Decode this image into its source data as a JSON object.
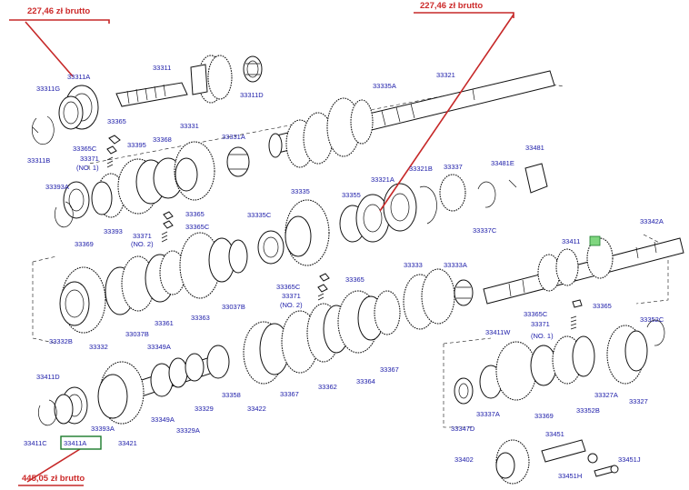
{
  "prices": {
    "top_left": "227,46 zł brutto",
    "top_right": "227,46 zł brutto",
    "bottom_left": "445,05 zł brutto"
  },
  "labels": {
    "p33311A": "33311A",
    "p33311": "33311",
    "p33311G": "33311G",
    "p33311B": "33311B",
    "p33311D": "33311D",
    "p33365_a": "33365",
    "p33365C_a": "33365C",
    "p33371_a": "33371",
    "p_no1_a": "(NO. 1)",
    "p33395": "33395",
    "p33368": "33368",
    "p33331": "33331",
    "p33331A": "33331A",
    "p33335A": "33335A",
    "p33321": "33321",
    "p33393A_a": "33393A",
    "p33393": "33393",
    "p33369_a": "33369",
    "p33365_b": "33365",
    "p33365C_b": "33365C",
    "p33371_b": "33371",
    "p_no2_a": "(NO. 2)",
    "p33335": "33335",
    "p33335C": "33335C",
    "p33355": "33355",
    "p33321A": "33321A",
    "p33321B": "33321B",
    "p33337": "33337",
    "p33481E": "33481E",
    "p33481": "33481",
    "p33337C": "33337C",
    "p33342A": "33342A",
    "p33411": "33411",
    "p33333": "33333",
    "p33333A": "33333A",
    "p33365_c": "33365",
    "p33365C_c": "33365C",
    "p33371_c": "33371",
    "p_no2_b": "(NO. 2)",
    "p33037B_a": "33037B",
    "p33363": "33363",
    "p33361": "33361",
    "p33037B_b": "33037B",
    "p33332B": "33332B",
    "p33332": "33332",
    "p33365_d": "33365",
    "p33365C_d": "33365C",
    "p33371_d": "33371",
    "p_no1_b": "(NO. 1)",
    "p33352C": "33352C",
    "p33411W": "33411W",
    "p33349A_a": "33349A",
    "p33349A_b": "33349A",
    "p33329": "33329",
    "p33329A": "33329A",
    "p33358": "33358",
    "p33422": "33422",
    "p33367_a": "33367",
    "p33362": "33362",
    "p33364": "33364",
    "p33367_b": "33367",
    "p33411D": "33411D",
    "p33411C": "33411C",
    "p33411A": "33411A",
    "p33393A_b": "33393A",
    "p33421": "33421",
    "p33347D": "33347D",
    "p33337A": "33337A",
    "p33369_b": "33369",
    "p33352B": "33352B",
    "p33327A": "33327A",
    "p33327": "33327",
    "p33451": "33451",
    "p33402": "33402",
    "p33451J": "33451J",
    "p33451H": "33451H"
  },
  "colors": {
    "label": "#1a1aa8",
    "price": "#cc2a2a",
    "highlight_box": "#1a7a2a",
    "outline": "#111111"
  }
}
